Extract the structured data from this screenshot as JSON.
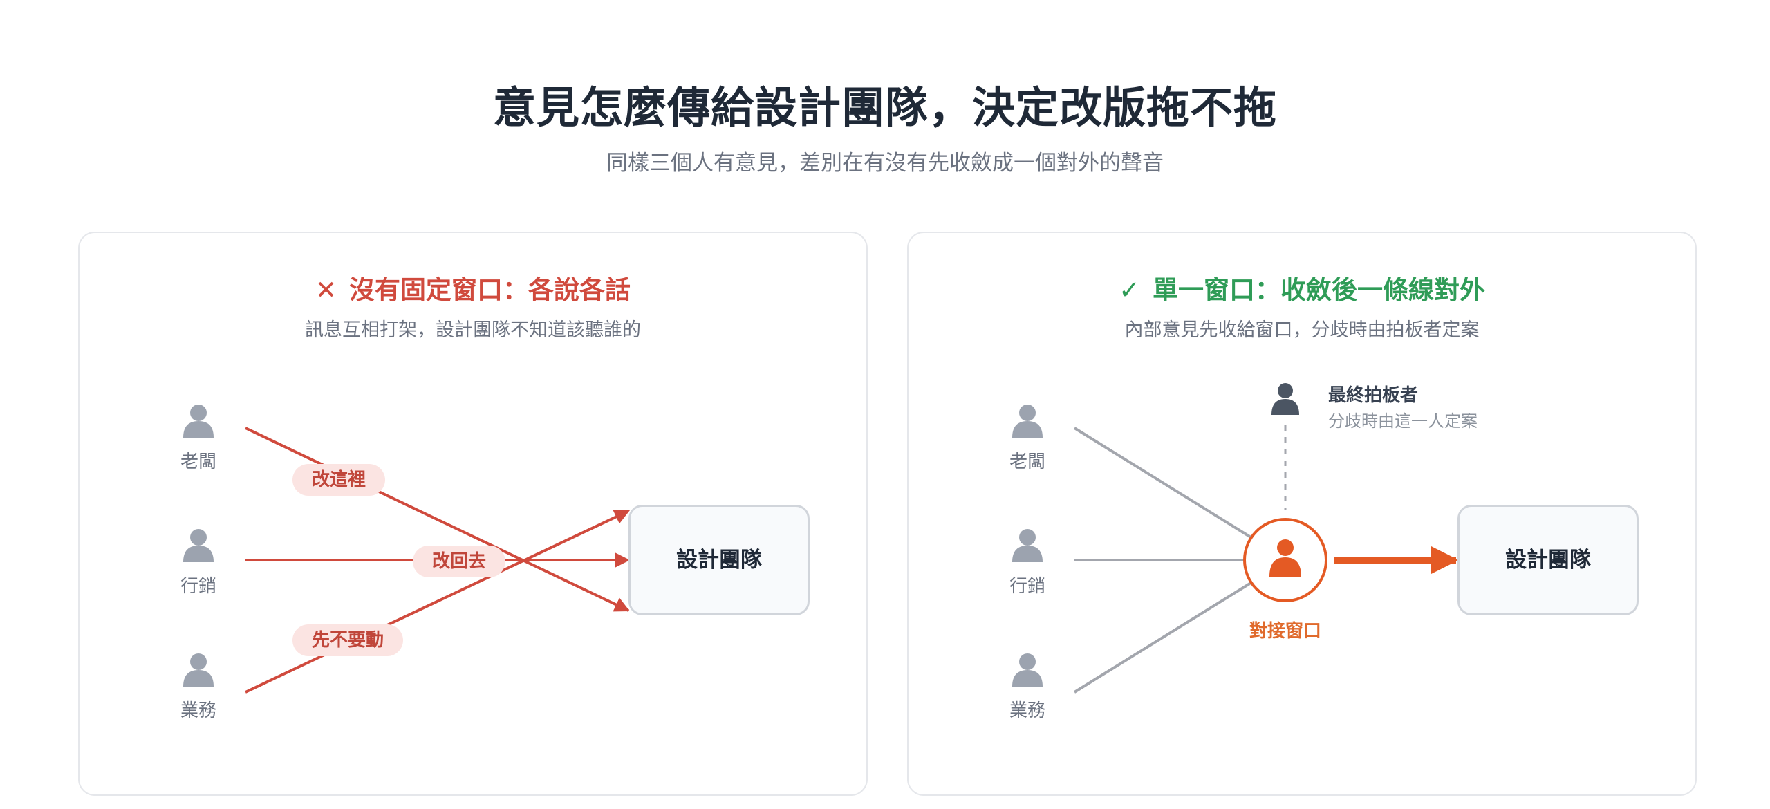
{
  "title": "意見怎麼傳給設計團隊，決定改版拖不拖",
  "subtitle": "同樣三個人有意見，差別在有沒有先收斂成一個對外的聲音",
  "colors": {
    "bad": "#d04a3d",
    "good": "#2f9c57",
    "accent": "#e45a24",
    "neutral_line": "#a3a6ad",
    "person": "#9ca3af",
    "decider": "#4b5563"
  },
  "left_panel": {
    "mark": "✕",
    "title": "沒有固定窗口：各說各話",
    "subtitle": "訊息互相打架，設計團隊不知道該聽誰的",
    "people": [
      "老闆",
      "行銷",
      "業務"
    ],
    "messages": [
      "改這裡",
      "改回去",
      "先不要動"
    ],
    "team": "設計團隊"
  },
  "right_panel": {
    "mark": "✓",
    "title": "單一窗口：收斂後一條線對外",
    "subtitle": "內部意見先收給窗口，分歧時由拍板者定案",
    "people": [
      "老闆",
      "行銷",
      "業務"
    ],
    "window_label": "對接窗口",
    "decider_name": "最終拍板者",
    "decider_note": "分歧時由這一人定案",
    "team": "設計團隊"
  }
}
